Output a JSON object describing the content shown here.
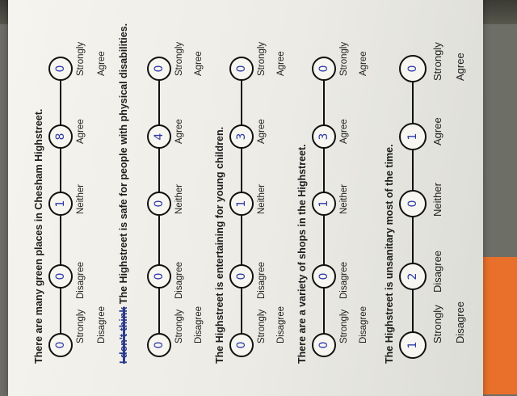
{
  "scale_labels": {
    "strongly": "Strongly",
    "disagree": "Disagree",
    "neither": "Neither",
    "agree": "Agree"
  },
  "questions": [
    {
      "text": "There are many green places in Chesham Highstreet.",
      "answers": [
        "0",
        "0",
        "1",
        "8",
        "0"
      ]
    },
    {
      "strike": "I don't think",
      "text": "The Highstreet is safe for people with physical disabilities.",
      "answers": [
        "0",
        "0",
        "0",
        "4",
        "0"
      ]
    },
    {
      "text": "The Highstreet is entertaining for young children.",
      "answers": [
        "0",
        "0",
        "1",
        "3",
        "0"
      ]
    },
    {
      "text": "There are a variety of shops in the Highstreet.",
      "answers": [
        "0",
        "0",
        "1",
        "3",
        "0"
      ]
    },
    {
      "text": "The Highstreet is unsanitary most of the time.",
      "answers": [
        "1",
        "2",
        "0",
        "1",
        "0"
      ]
    }
  ]
}
